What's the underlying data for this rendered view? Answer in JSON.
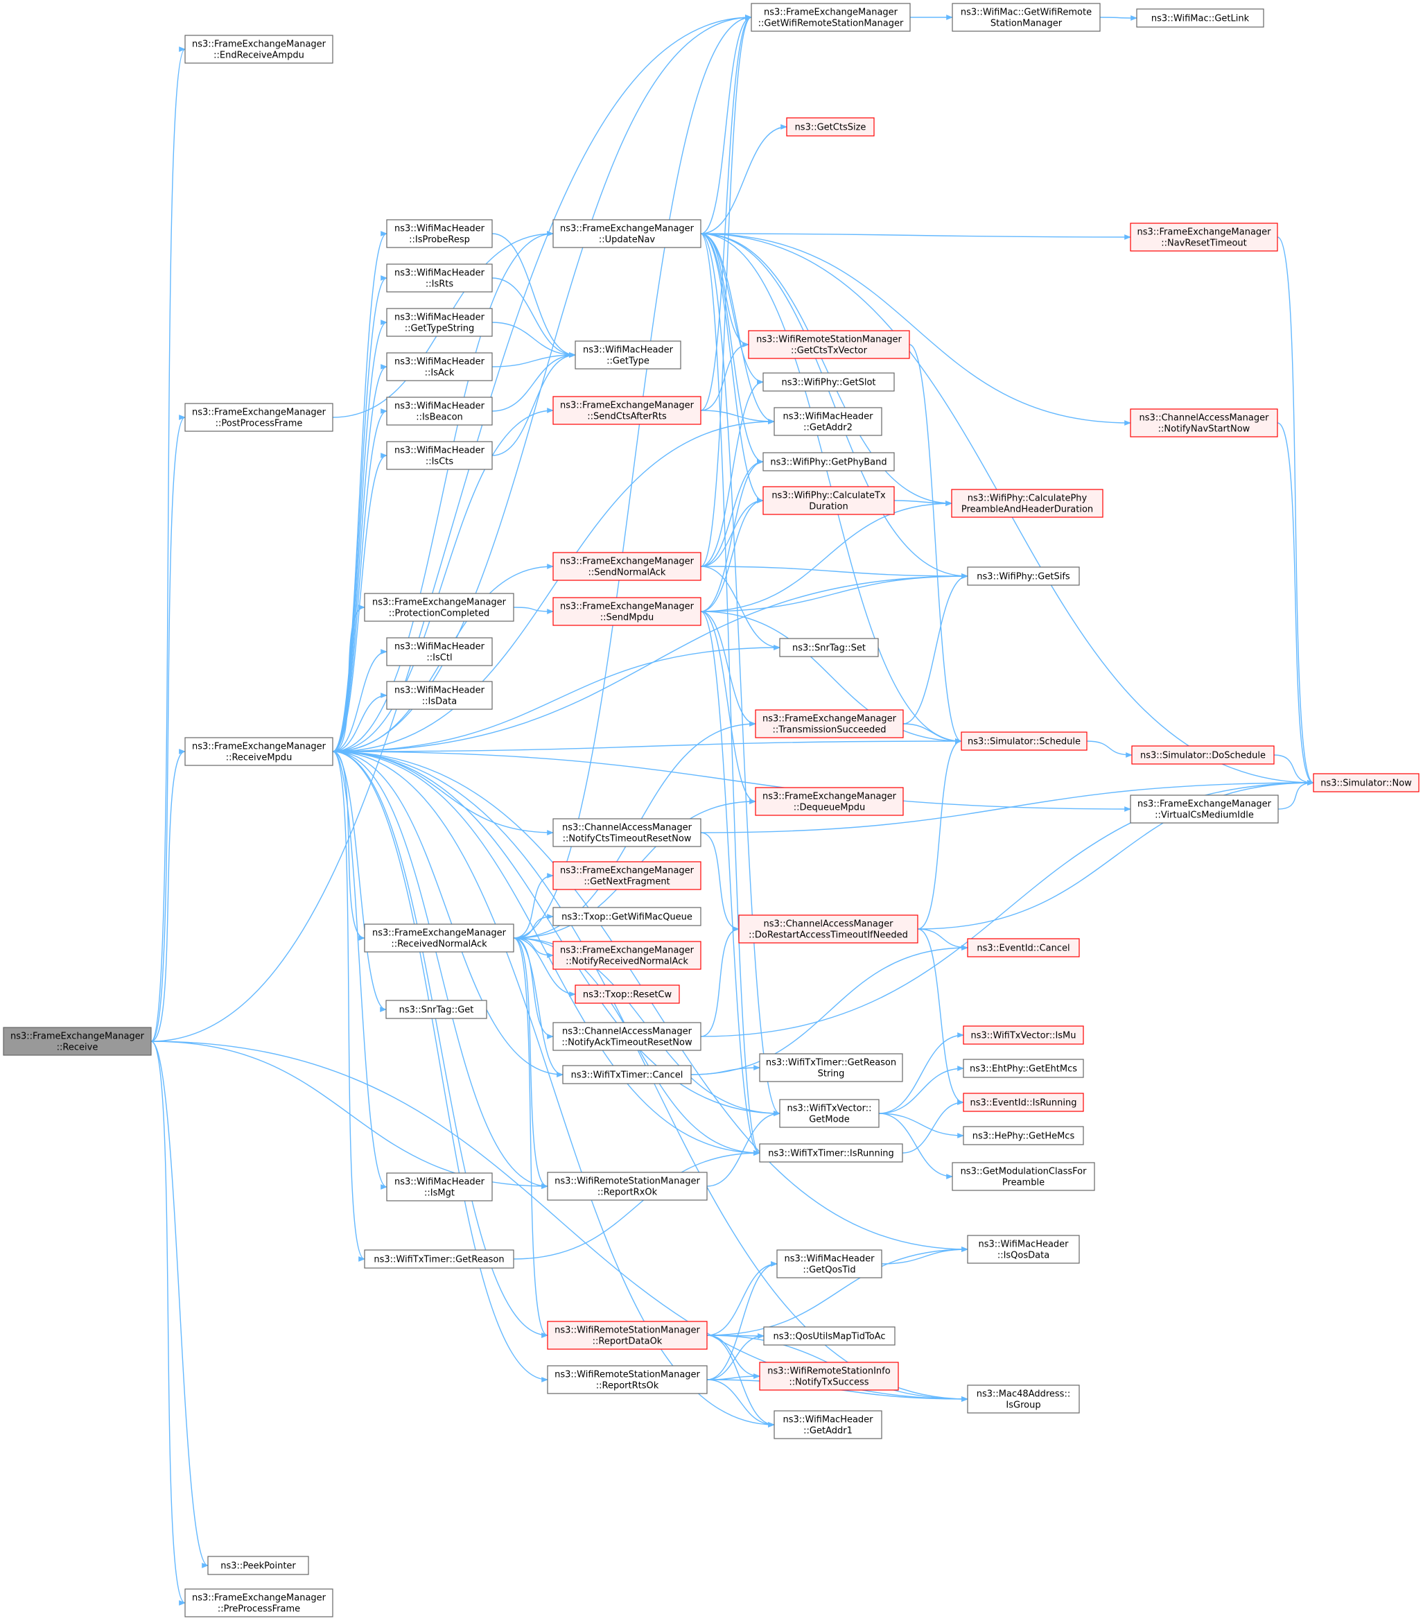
{
  "nodes": [
    {
      "id": "receive",
      "label": [
        "ns3::FrameExchangeManager",
        "::Receive"
      ],
      "style": "root"
    },
    {
      "id": "endReceiveAmpdu",
      "label": [
        "ns3::FrameExchangeManager",
        "::EndReceiveAmpdu"
      ],
      "style": "plain"
    },
    {
      "id": "postProcessFrame",
      "label": [
        "ns3::FrameExchangeManager",
        "::PostProcessFrame"
      ],
      "style": "plain"
    },
    {
      "id": "receiveMpdu",
      "label": [
        "ns3::FrameExchangeManager",
        "::ReceiveMpdu"
      ],
      "style": "plain"
    },
    {
      "id": "peekPointer",
      "label": [
        "ns3::PeekPointer"
      ],
      "style": "plain"
    },
    {
      "id": "preProcessFrame",
      "label": [
        "ns3::FrameExchangeManager",
        "::PreProcessFrame"
      ],
      "style": "plain"
    },
    {
      "id": "isProbeResp",
      "label": [
        "ns3::WifiMacHeader",
        "::IsProbeResp"
      ],
      "style": "plain"
    },
    {
      "id": "isRts",
      "label": [
        "ns3::WifiMacHeader",
        "::IsRts"
      ],
      "style": "plain"
    },
    {
      "id": "getTypeString",
      "label": [
        "ns3::WifiMacHeader",
        "::GetTypeString"
      ],
      "style": "plain"
    },
    {
      "id": "isAck",
      "label": [
        "ns3::WifiMacHeader",
        "::IsAck"
      ],
      "style": "plain"
    },
    {
      "id": "isBeacon",
      "label": [
        "ns3::WifiMacHeader",
        "::IsBeacon"
      ],
      "style": "plain"
    },
    {
      "id": "isCts",
      "label": [
        "ns3::WifiMacHeader",
        "::IsCts"
      ],
      "style": "plain"
    },
    {
      "id": "protectionCompleted",
      "label": [
        "ns3::FrameExchangeManager",
        "::ProtectionCompleted"
      ],
      "style": "plain"
    },
    {
      "id": "isCtl",
      "label": [
        "ns3::WifiMacHeader",
        "::IsCtl"
      ],
      "style": "plain"
    },
    {
      "id": "isData",
      "label": [
        "ns3::WifiMacHeader",
        "::IsData"
      ],
      "style": "plain"
    },
    {
      "id": "receivedNormalAck",
      "label": [
        "ns3::FrameExchangeManager",
        "::ReceivedNormalAck"
      ],
      "style": "plain"
    },
    {
      "id": "snrTagGet",
      "label": [
        "ns3::SnrTag::Get"
      ],
      "style": "plain"
    },
    {
      "id": "isMgt",
      "label": [
        "ns3::WifiMacHeader",
        "::IsMgt"
      ],
      "style": "plain"
    },
    {
      "id": "timerGetReason",
      "label": [
        "ns3::WifiTxTimer::GetReason"
      ],
      "style": "plain"
    },
    {
      "id": "updateNav",
      "label": [
        "ns3::FrameExchangeManager",
        "::UpdateNav"
      ],
      "style": "plain"
    },
    {
      "id": "getType",
      "label": [
        "ns3::WifiMacHeader",
        "::GetType"
      ],
      "style": "plain"
    },
    {
      "id": "sendCtsAfterRts",
      "label": [
        "ns3::FrameExchangeManager",
        "::SendCtsAfterRts"
      ],
      "style": "red"
    },
    {
      "id": "sendNormalAck",
      "label": [
        "ns3::FrameExchangeManager",
        "::SendNormalAck"
      ],
      "style": "red"
    },
    {
      "id": "sendMpdu",
      "label": [
        "ns3::FrameExchangeManager",
        "::SendMpdu"
      ],
      "style": "red"
    },
    {
      "id": "notifyCtsTimeoutResetNow",
      "label": [
        "ns3::ChannelAccessManager",
        "::NotifyCtsTimeoutResetNow"
      ],
      "style": "plain"
    },
    {
      "id": "getNextFragment",
      "label": [
        "ns3::FrameExchangeManager",
        "::GetNextFragment"
      ],
      "style": "red"
    },
    {
      "id": "getWifiMacQueue",
      "label": [
        "ns3::Txop::GetWifiMacQueue"
      ],
      "style": "plain"
    },
    {
      "id": "notifyReceivedNormalAck",
      "label": [
        "ns3::FrameExchangeManager",
        "::NotifyReceivedNormalAck"
      ],
      "style": "red"
    },
    {
      "id": "resetCw",
      "label": [
        "ns3::Txop::ResetCw"
      ],
      "style": "red"
    },
    {
      "id": "notifyAckTimeoutResetNow",
      "label": [
        "ns3::ChannelAccessManager",
        "::NotifyAckTimeoutResetNow"
      ],
      "style": "plain"
    },
    {
      "id": "timerCancel",
      "label": [
        "ns3::WifiTxTimer::Cancel"
      ],
      "style": "plain"
    },
    {
      "id": "reportRxOk",
      "label": [
        "ns3::WifiRemoteStationManager",
        "::ReportRxOk"
      ],
      "style": "plain"
    },
    {
      "id": "reportDataOk",
      "label": [
        "ns3::WifiRemoteStationManager",
        "::ReportDataOk"
      ],
      "style": "red"
    },
    {
      "id": "reportRtsOk",
      "label": [
        "ns3::WifiRemoteStationManager",
        "::ReportRtsOk"
      ],
      "style": "plain"
    },
    {
      "id": "getWifiRemoteStationManager",
      "label": [
        "ns3::FrameExchangeManager",
        "::GetWifiRemoteStationManager"
      ],
      "style": "plain"
    },
    {
      "id": "getCtsSize",
      "label": [
        "ns3::GetCtsSize"
      ],
      "style": "red"
    },
    {
      "id": "getCtsTxVector",
      "label": [
        "ns3::WifiRemoteStationManager",
        "::GetCtsTxVector"
      ],
      "style": "red"
    },
    {
      "id": "getSlot",
      "label": [
        "ns3::WifiPhy::GetSlot"
      ],
      "style": "plain"
    },
    {
      "id": "getAddr2",
      "label": [
        "ns3::WifiMacHeader",
        "::GetAddr2"
      ],
      "style": "plain"
    },
    {
      "id": "getPhyBand",
      "label": [
        "ns3::WifiPhy::GetPhyBand"
      ],
      "style": "plain"
    },
    {
      "id": "calculateTxDuration",
      "label": [
        "ns3::WifiPhy::CalculateTx",
        "Duration"
      ],
      "style": "red"
    },
    {
      "id": "snrTagSet",
      "label": [
        "ns3::SnrTag::Set"
      ],
      "style": "plain"
    },
    {
      "id": "transmissionSucceeded",
      "label": [
        "ns3::FrameExchangeManager",
        "::TransmissionSucceeded"
      ],
      "style": "red"
    },
    {
      "id": "dequeueMpdu",
      "label": [
        "ns3::FrameExchangeManager",
        "::DequeueMpdu"
      ],
      "style": "red"
    },
    {
      "id": "doRestartAccessTimeout",
      "label": [
        "ns3::ChannelAccessManager",
        "::DoRestartAccessTimeoutIfNeeded"
      ],
      "style": "red"
    },
    {
      "id": "timerGetReasonString",
      "label": [
        "ns3::WifiTxTimer::GetReason",
        "String"
      ],
      "style": "plain"
    },
    {
      "id": "txVectorGetMode",
      "label": [
        "ns3::WifiTxVector::",
        "GetMode"
      ],
      "style": "plain"
    },
    {
      "id": "timerIsRunning",
      "label": [
        "ns3::WifiTxTimer::IsRunning"
      ],
      "style": "plain"
    },
    {
      "id": "getQosTid",
      "label": [
        "ns3::WifiMacHeader",
        "::GetQosTid"
      ],
      "style": "plain"
    },
    {
      "id": "qosUtilsMapTidToAc",
      "label": [
        "ns3::QosUtilsMapTidToAc"
      ],
      "style": "plain"
    },
    {
      "id": "notifyTxSuccess",
      "label": [
        "ns3::WifiRemoteStationInfo",
        "::NotifyTxSuccess"
      ],
      "style": "red"
    },
    {
      "id": "getAddr1",
      "label": [
        "ns3::WifiMacHeader",
        "::GetAddr1"
      ],
      "style": "plain"
    },
    {
      "id": "macGetWifiRemoteStationManager",
      "label": [
        "ns3::WifiMac::GetWifiRemote",
        "StationManager"
      ],
      "style": "plain"
    },
    {
      "id": "macGetLink",
      "label": [
        "ns3::WifiMac::GetLink"
      ],
      "style": "plain"
    },
    {
      "id": "navResetTimeout",
      "label": [
        "ns3::FrameExchangeManager",
        "::NavResetTimeout"
      ],
      "style": "red"
    },
    {
      "id": "notifyNavStartNow",
      "label": [
        "ns3::ChannelAccessManager",
        "::NotifyNavStartNow"
      ],
      "style": "red"
    },
    {
      "id": "calculatePhyPreamble",
      "label": [
        "ns3::WifiPhy::CalculatePhy",
        "PreambleAndHeaderDuration"
      ],
      "style": "red"
    },
    {
      "id": "getSifs",
      "label": [
        "ns3::WifiPhy::GetSifs"
      ],
      "style": "plain"
    },
    {
      "id": "simulatorSchedule",
      "label": [
        "ns3::Simulator::Schedule"
      ],
      "style": "red"
    },
    {
      "id": "simulatorDoSchedule",
      "label": [
        "ns3::Simulator::DoSchedule"
      ],
      "style": "red"
    },
    {
      "id": "virtualCsMediumIdle",
      "label": [
        "ns3::FrameExchangeManager",
        "::VirtualCsMediumIdle"
      ],
      "style": "plain"
    },
    {
      "id": "simulatorNow",
      "label": [
        "ns3::Simulator::Now"
      ],
      "style": "red"
    },
    {
      "id": "eventIdCancel",
      "label": [
        "ns3::EventId::Cancel"
      ],
      "style": "red"
    },
    {
      "id": "txVectorIsMu",
      "label": [
        "ns3::WifiTxVector::IsMu"
      ],
      "style": "red"
    },
    {
      "id": "ehtPhyGetEhtMcs",
      "label": [
        "ns3::EhtPhy::GetEhtMcs"
      ],
      "style": "plain"
    },
    {
      "id": "eventIdIsRunning",
      "label": [
        "ns3::EventId::IsRunning"
      ],
      "style": "red"
    },
    {
      "id": "hePhyGetHeMcs",
      "label": [
        "ns3::HePhy::GetHeMcs"
      ],
      "style": "plain"
    },
    {
      "id": "getModulationClass",
      "label": [
        "ns3::GetModulationClassFor",
        "Preamble"
      ],
      "style": "plain"
    },
    {
      "id": "isQosData",
      "label": [
        "ns3::WifiMacHeader",
        "::IsQosData"
      ],
      "style": "plain"
    },
    {
      "id": "macIsGroup",
      "label": [
        "ns3::Mac48Address::",
        "IsGroup"
      ],
      "style": "plain"
    }
  ],
  "edges": [
    [
      "receive",
      "endReceiveAmpdu"
    ],
    [
      "receive",
      "getWifiRemoteStationManager"
    ],
    [
      "receive",
      "postProcessFrame"
    ],
    [
      "receive",
      "receiveMpdu"
    ],
    [
      "receive",
      "peekPointer"
    ],
    [
      "receive",
      "preProcessFrame"
    ],
    [
      "receive",
      "reportRxOk"
    ],
    [
      "receive",
      "macIsGroup"
    ],
    [
      "postProcessFrame",
      "updateNav"
    ],
    [
      "receiveMpdu",
      "isProbeResp"
    ],
    [
      "receiveMpdu",
      "isRts"
    ],
    [
      "receiveMpdu",
      "getTypeString"
    ],
    [
      "receiveMpdu",
      "isAck"
    ],
    [
      "receiveMpdu",
      "isBeacon"
    ],
    [
      "receiveMpdu",
      "isCts"
    ],
    [
      "receiveMpdu",
      "protectionCompleted"
    ],
    [
      "receiveMpdu",
      "isCtl"
    ],
    [
      "receiveMpdu",
      "isData"
    ],
    [
      "receiveMpdu",
      "receivedNormalAck"
    ],
    [
      "receiveMpdu",
      "snrTagGet"
    ],
    [
      "receiveMpdu",
      "isMgt"
    ],
    [
      "receiveMpdu",
      "timerGetReason"
    ],
    [
      "receiveMpdu",
      "getWifiRemoteStationManager"
    ],
    [
      "receiveMpdu",
      "sendCtsAfterRts"
    ],
    [
      "receiveMpdu",
      "sendNormalAck"
    ],
    [
      "receiveMpdu",
      "getAddr2"
    ],
    [
      "receiveMpdu",
      "snrTagSet"
    ],
    [
      "receiveMpdu",
      "simulatorSchedule"
    ],
    [
      "receiveMpdu",
      "virtualCsMediumIdle"
    ],
    [
      "receiveMpdu",
      "notifyCtsTimeoutResetNow"
    ],
    [
      "receiveMpdu",
      "timerCancel"
    ],
    [
      "receiveMpdu",
      "txVectorGetMode"
    ],
    [
      "receiveMpdu",
      "reportRxOk"
    ],
    [
      "receiveMpdu",
      "timerIsRunning"
    ],
    [
      "receiveMpdu",
      "reportRtsOk"
    ],
    [
      "receiveMpdu",
      "getAddr1"
    ],
    [
      "receiveMpdu",
      "macIsGroup"
    ],
    [
      "receiveMpdu",
      "isQosData"
    ],
    [
      "receiveMpdu",
      "getSifs"
    ],
    [
      "receiveMpdu",
      "reportDataOk"
    ],
    [
      "receiveMpdu",
      "updateNav"
    ],
    [
      "isProbeResp",
      "getType"
    ],
    [
      "isRts",
      "getType"
    ],
    [
      "getTypeString",
      "getType"
    ],
    [
      "isAck",
      "getType"
    ],
    [
      "isBeacon",
      "getType"
    ],
    [
      "isCts",
      "getType"
    ],
    [
      "protectionCompleted",
      "sendMpdu"
    ],
    [
      "receivedNormalAck",
      "getWifiRemoteStationManager"
    ],
    [
      "receivedNormalAck",
      "transmissionSucceeded"
    ],
    [
      "receivedNormalAck",
      "dequeueMpdu"
    ],
    [
      "receivedNormalAck",
      "getNextFragment"
    ],
    [
      "receivedNormalAck",
      "getWifiMacQueue"
    ],
    [
      "receivedNormalAck",
      "notifyReceivedNormalAck"
    ],
    [
      "receivedNormalAck",
      "resetCw"
    ],
    [
      "receivedNormalAck",
      "notifyAckTimeoutResetNow"
    ],
    [
      "receivedNormalAck",
      "timerCancel"
    ],
    [
      "receivedNormalAck",
      "reportRxOk"
    ],
    [
      "receivedNormalAck",
      "reportDataOk"
    ],
    [
      "receivedNormalAck",
      "txVectorGetMode"
    ],
    [
      "receivedNormalAck",
      "timerIsRunning"
    ],
    [
      "timerGetReason",
      "timerIsRunning"
    ],
    [
      "updateNav",
      "getWifiRemoteStationManager"
    ],
    [
      "updateNav",
      "simulatorNow"
    ],
    [
      "updateNav",
      "getCtsSize"
    ],
    [
      "updateNav",
      "navResetTimeout"
    ],
    [
      "updateNav",
      "notifyNavStartNow"
    ],
    [
      "updateNav",
      "getCtsTxVector"
    ],
    [
      "updateNav",
      "getSlot"
    ],
    [
      "updateNav",
      "getPhyBand"
    ],
    [
      "updateNav",
      "calculateTxDuration"
    ],
    [
      "updateNav",
      "calculatePhyPreamble"
    ],
    [
      "updateNav",
      "getSifs"
    ],
    [
      "updateNav",
      "simulatorSchedule"
    ],
    [
      "updateNav",
      "txVectorGetMode"
    ],
    [
      "updateNav",
      "timerIsRunning"
    ],
    [
      "updateNav",
      "getAddr2"
    ],
    [
      "sendCtsAfterRts",
      "getWifiRemoteStationManager"
    ],
    [
      "sendCtsAfterRts",
      "getCtsTxVector"
    ],
    [
      "sendCtsAfterRts",
      "getAddr2"
    ],
    [
      "sendNormalAck",
      "getWifiRemoteStationManager"
    ],
    [
      "sendNormalAck",
      "getSlot"
    ],
    [
      "sendNormalAck",
      "getPhyBand"
    ],
    [
      "sendNormalAck",
      "calculateTxDuration"
    ],
    [
      "sendNormalAck",
      "getSifs"
    ],
    [
      "sendNormalAck",
      "snrTagSet"
    ],
    [
      "sendMpdu",
      "getPhyBand"
    ],
    [
      "sendMpdu",
      "calculateTxDuration"
    ],
    [
      "sendMpdu",
      "calculatePhyPreamble"
    ],
    [
      "sendMpdu",
      "getSifs"
    ],
    [
      "sendMpdu",
      "transmissionSucceeded"
    ],
    [
      "sendMpdu",
      "dequeueMpdu"
    ],
    [
      "sendMpdu",
      "simulatorSchedule"
    ],
    [
      "sendMpdu",
      "timerIsRunning"
    ],
    [
      "notifyCtsTimeoutResetNow",
      "doRestartAccessTimeout"
    ],
    [
      "notifyCtsTimeoutResetNow",
      "simulatorNow"
    ],
    [
      "notifyAckTimeoutResetNow",
      "doRestartAccessTimeout"
    ],
    [
      "notifyAckTimeoutResetNow",
      "simulatorNow"
    ],
    [
      "timerCancel",
      "eventIdCancel"
    ],
    [
      "timerCancel",
      "timerGetReasonString"
    ],
    [
      "reportRxOk",
      "txVectorGetMode"
    ],
    [
      "reportDataOk",
      "getQosTid"
    ],
    [
      "reportDataOk",
      "qosUtilsMapTidToAc"
    ],
    [
      "reportDataOk",
      "notifyTxSuccess"
    ],
    [
      "reportDataOk",
      "getAddr1"
    ],
    [
      "reportDataOk",
      "macIsGroup"
    ],
    [
      "reportDataOk",
      "isQosData"
    ],
    [
      "reportRtsOk",
      "getQosTid"
    ],
    [
      "reportRtsOk",
      "qosUtilsMapTidToAc"
    ],
    [
      "reportRtsOk",
      "notifyTxSuccess"
    ],
    [
      "reportRtsOk",
      "getAddr1"
    ],
    [
      "reportRtsOk",
      "macIsGroup"
    ],
    [
      "getWifiRemoteStationManager",
      "macGetWifiRemoteStationManager"
    ],
    [
      "macGetWifiRemoteStationManager",
      "macGetLink"
    ],
    [
      "getCtsTxVector",
      "simulatorSchedule"
    ],
    [
      "calculateTxDuration",
      "calculatePhyPreamble"
    ],
    [
      "transmissionSucceeded",
      "simulatorSchedule"
    ],
    [
      "transmissionSucceeded",
      "getSifs"
    ],
    [
      "doRestartAccessTimeout",
      "simulatorSchedule"
    ],
    [
      "doRestartAccessTimeout",
      "eventIdCancel"
    ],
    [
      "doRestartAccessTimeout",
      "eventIdIsRunning"
    ],
    [
      "doRestartAccessTimeout",
      "simulatorNow"
    ],
    [
      "txVectorGetMode",
      "txVectorIsMu"
    ],
    [
      "txVectorGetMode",
      "ehtPhyGetEhtMcs"
    ],
    [
      "txVectorGetMode",
      "hePhyGetHeMcs"
    ],
    [
      "txVectorGetMode",
      "getModulationClass"
    ],
    [
      "timerIsRunning",
      "eventIdIsRunning"
    ],
    [
      "getQosTid",
      "isQosData"
    ],
    [
      "simulatorSchedule",
      "simulatorDoSchedule"
    ],
    [
      "simulatorDoSchedule",
      "simulatorNow"
    ],
    [
      "virtualCsMediumIdle",
      "simulatorNow"
    ],
    [
      "navResetTimeout",
      "simulatorNow"
    ],
    [
      "notifyNavStartNow",
      "simulatorNow"
    ]
  ]
}
